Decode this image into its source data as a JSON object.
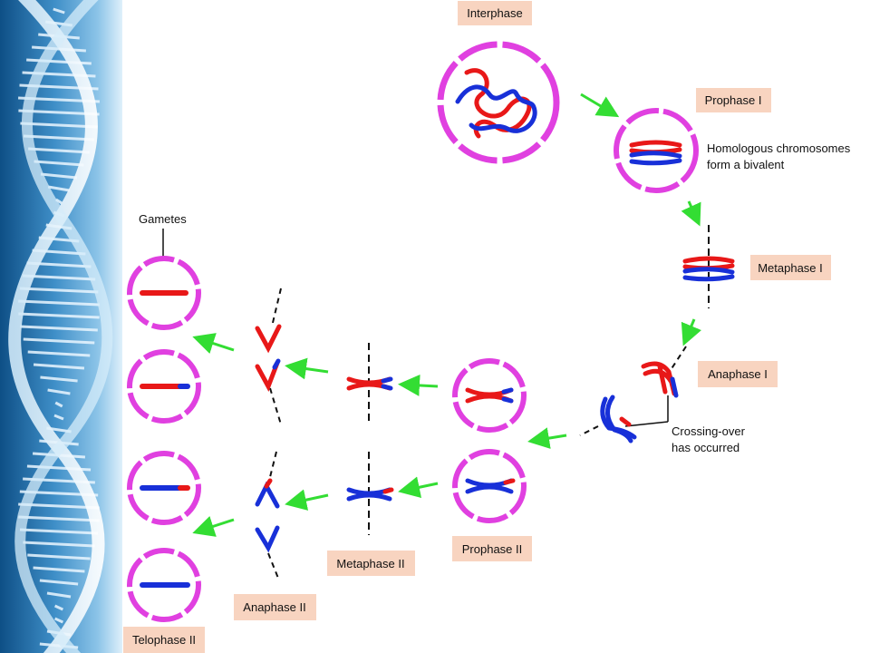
{
  "stages": {
    "interphase": "Interphase",
    "prophase_1": "Prophase I",
    "metaphase_1": "Metaphase I",
    "anaphase_1": "Anaphase I",
    "prophase_2": "Prophase II",
    "metaphase_2": "Metaphase II",
    "anaphase_2": "Anaphase II",
    "telophase_2": "Telophase II"
  },
  "annotations": {
    "bivalent_line1": "Homologous chromosomes",
    "bivalent_line2": "form a bivalent",
    "crossing_line1": "Crossing-over",
    "crossing_line2": "has occurred",
    "gametes": "Gametes"
  },
  "colors": {
    "membrane": "#e040e0",
    "chromosome_red": "#e81818",
    "chromosome_blue": "#1830d8",
    "arrow": "#33dd33",
    "label_bg": "#f8d4c0"
  }
}
